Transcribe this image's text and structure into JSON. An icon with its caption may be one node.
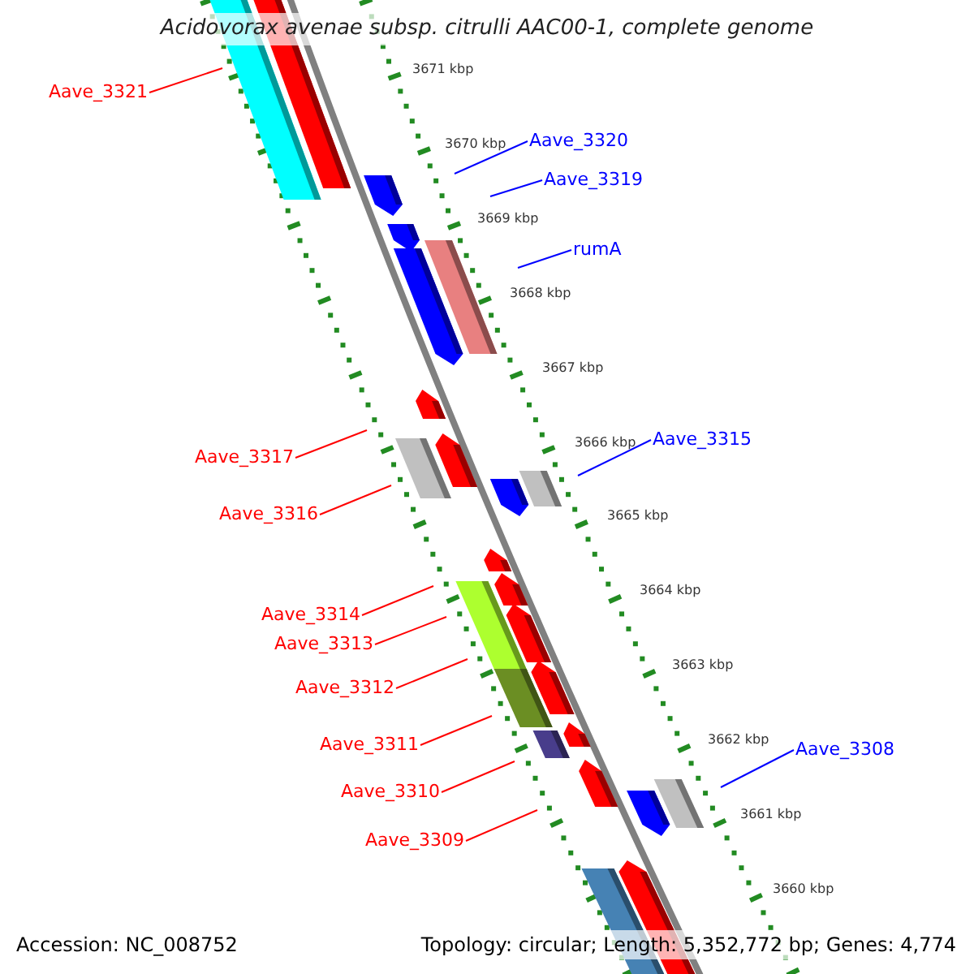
{
  "diagram": {
    "title": "Acidovorax avenae subsp. citrulli AAC00-1, complete genome",
    "nodes": [
      {
        "text": [
          "Aave_3321"
        ]
      },
      {
        "text": [
          "Aave_3320"
        ]
      },
      {
        "text": [
          "Aave_3319"
        ]
      },
      {
        "text": [
          "rumA"
        ]
      },
      {
        "text": [
          "Aave_3315"
        ]
      },
      {
        "text": [
          "Aave_3317"
        ]
      },
      {
        "text": [
          "Aave_3316"
        ]
      },
      {
        "text": [
          "Aave_3314"
        ]
      },
      {
        "text": [
          "Aave_3313"
        ]
      },
      {
        "text": [
          "Aave_3312"
        ]
      },
      {
        "text": [
          "Aave_3311"
        ]
      },
      {
        "text": [
          "Aave_3308"
        ]
      },
      {
        "text": [
          "Aave_3310"
        ]
      },
      {
        "text": [
          "Aave_3309"
        ]
      }
    ],
    "edges": [
      {
        "from": 0,
        "to": null,
        "arrow": "none"
      },
      {
        "from": 1,
        "to": null,
        "arrow": "none",
        "color": "#0000ff"
      },
      {
        "from": 2,
        "to": null,
        "arrow": "none",
        "color": "#0000ff"
      },
      {
        "from": 3,
        "to": null,
        "arrow": "none",
        "color": "#0000ff"
      },
      {
        "from": 4,
        "to": null,
        "arrow": "none",
        "color": "#0000ff"
      },
      {
        "from": 5,
        "to": null,
        "arrow": "none"
      },
      {
        "from": 6,
        "to": null,
        "arrow": "none"
      },
      {
        "from": 7,
        "to": null,
        "arrow": "none"
      },
      {
        "from": 8,
        "to": null,
        "arrow": "none"
      },
      {
        "from": 9,
        "to": null,
        "arrow": "none"
      },
      {
        "from": 10,
        "to": null,
        "arrow": "none"
      },
      {
        "from": 11,
        "to": null,
        "arrow": "none",
        "color": "#0000ff"
      },
      {
        "from": 12,
        "to": null,
        "arrow": "none"
      },
      {
        "from": 13,
        "to": null,
        "arrow": "none"
      }
    ],
    "labels": [
      "3671 kbp",
      "3670 kbp",
      "3669 kbp",
      "3668 kbp",
      "3667 kbp",
      "3666 kbp",
      "3665 kbp",
      "3664 kbp",
      "3663 kbp",
      "3662 kbp",
      "3661 kbp",
      "3660 kbp",
      "Accession: NC_008752",
      "Topology: circular; Length: 5,352,772 bp; Genes: 4,774"
    ]
  }
}
